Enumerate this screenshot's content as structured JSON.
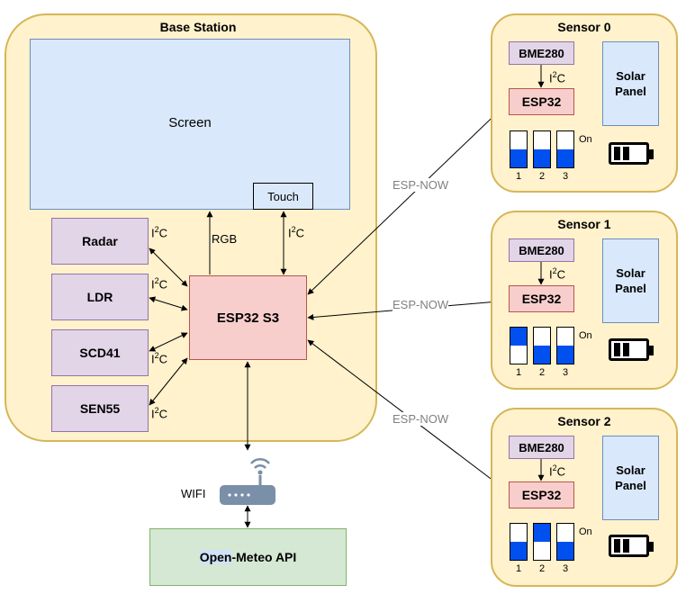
{
  "base_station": {
    "title": "Base Station",
    "screen": "Screen",
    "touch": "Touch",
    "esp_main": "ESP32 S3",
    "sensors": [
      "Radar",
      "LDR",
      "SCD41",
      "SEN55"
    ],
    "labels": {
      "rgb": "RGB",
      "i2c_prefix": "I",
      "i2c_sup": "2",
      "i2c_suffix": "C"
    }
  },
  "wifi": {
    "label": "WIFI"
  },
  "api": {
    "highlight": "Open",
    "rest": "-Meteo API"
  },
  "links": {
    "espnow": "ESP-NOW"
  },
  "sensor_nodes": [
    {
      "title": "Sensor 0",
      "bme": "BME280",
      "esp": "ESP32",
      "solar_line1": "Solar",
      "solar_line2": "Panel",
      "switches": [
        "low",
        "low",
        "low"
      ],
      "switch_labels": [
        "1",
        "2",
        "3"
      ],
      "on_label": "On"
    },
    {
      "title": "Sensor 1",
      "bme": "BME280",
      "esp": "ESP32",
      "solar_line1": "Solar",
      "solar_line2": "Panel",
      "switches": [
        "high",
        "low",
        "low"
      ],
      "switch_labels": [
        "1",
        "2",
        "3"
      ],
      "on_label": "On"
    },
    {
      "title": "Sensor 2",
      "bme": "BME280",
      "esp": "ESP32",
      "solar_line1": "Solar",
      "solar_line2": "Panel",
      "switches": [
        "low",
        "high",
        "low"
      ],
      "switch_labels": [
        "1",
        "2",
        "3"
      ],
      "on_label": "On"
    }
  ],
  "colors": {
    "yellow_fill": "#fff2cc",
    "yellow_stroke": "#d6b656",
    "blue_fill": "#dae8fc",
    "purple_fill": "#e1d5e7",
    "red_fill": "#f8cecc",
    "green_fill": "#d5e8d4",
    "switch_blue": "#0050ef",
    "router": "#7a8fa8"
  }
}
